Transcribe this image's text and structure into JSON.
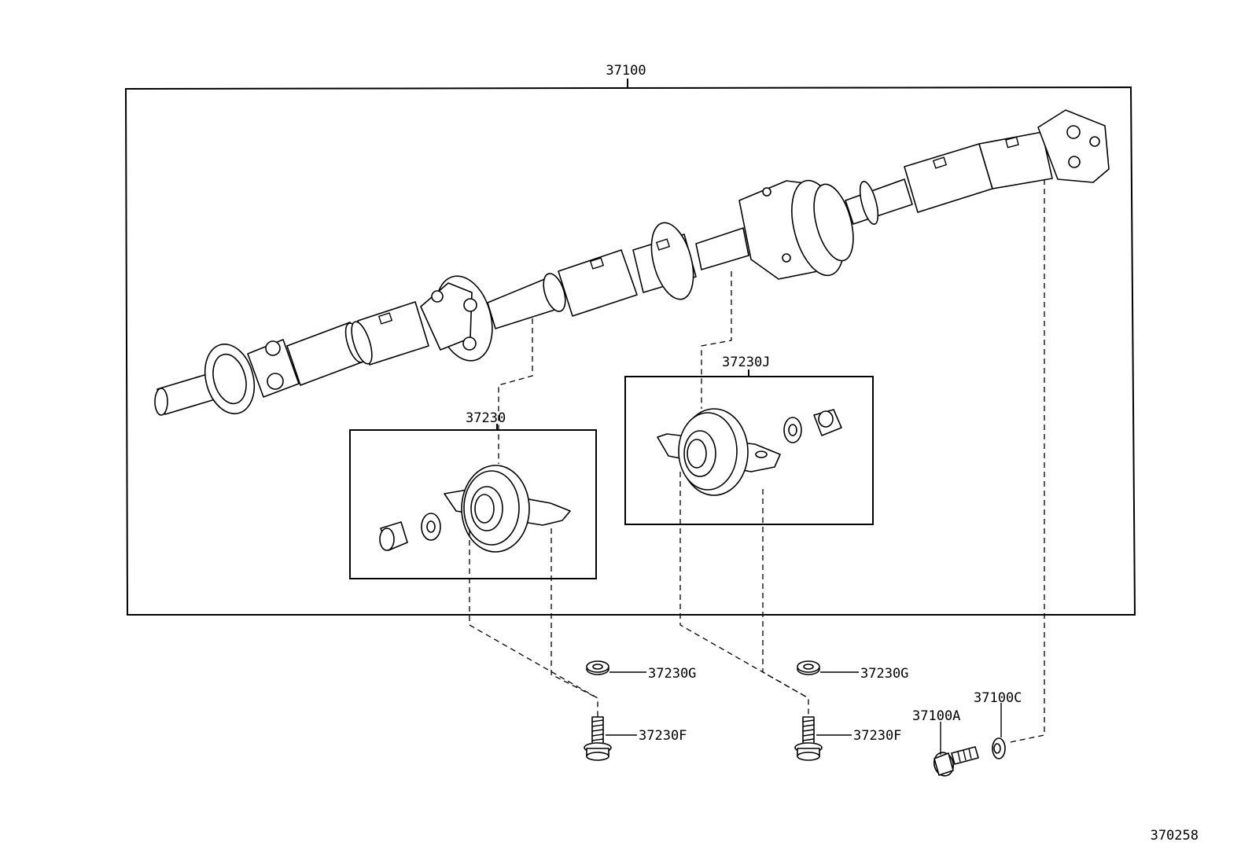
{
  "labels": {
    "assembly": "37100",
    "bearing_a": "37230",
    "bearing_b": "37230J",
    "washer_left": "37230G",
    "washer_right": "37230G",
    "bolt_left": "37230F",
    "bolt_right": "37230F",
    "flange_bolt": "37100A",
    "flange_washer": "37100C",
    "figure_number": "370258"
  }
}
